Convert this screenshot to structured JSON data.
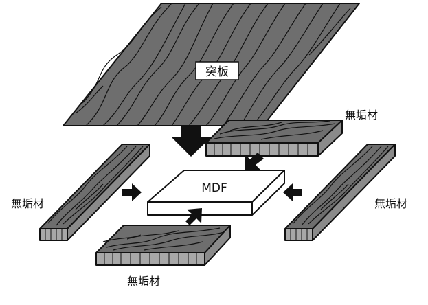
{
  "veneer_label": "突板",
  "core_label": "MDF",
  "solid_wood": {
    "top_right_label": "無垢材",
    "left_label": "無垢材",
    "right_label": "無垢材",
    "bottom_label": "無垢材"
  },
  "colors": {
    "wood_top": "#6e6e6e",
    "wood_side": "#8a8a8a",
    "wood_end": "#a8a8a8",
    "outline": "#111111",
    "mdf": "#ffffff"
  }
}
